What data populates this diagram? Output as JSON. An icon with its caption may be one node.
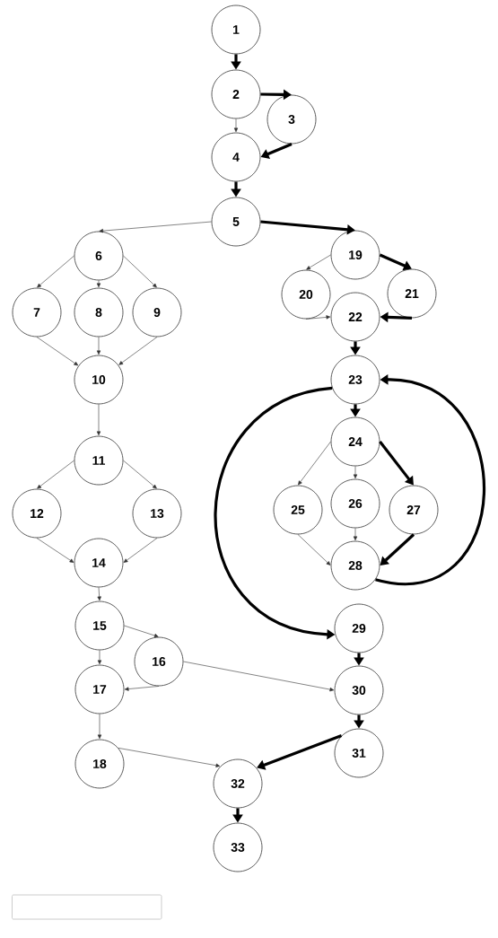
{
  "diagram": {
    "nodes": [
      {
        "text": [
          "1"
        ]
      },
      {
        "text": [
          "2"
        ]
      },
      {
        "text": [
          "3"
        ]
      },
      {
        "text": [
          "4"
        ]
      },
      {
        "text": [
          "5"
        ]
      },
      {
        "text": [
          "6"
        ]
      },
      {
        "text": [
          "7"
        ]
      },
      {
        "text": [
          "8"
        ]
      },
      {
        "text": [
          "9"
        ]
      },
      {
        "text": [
          "10"
        ]
      },
      {
        "text": [
          "11"
        ]
      },
      {
        "text": [
          "12"
        ]
      },
      {
        "text": [
          "13"
        ]
      },
      {
        "text": [
          "14"
        ]
      },
      {
        "text": [
          "15"
        ]
      },
      {
        "text": [
          "16"
        ]
      },
      {
        "text": [
          "17"
        ]
      },
      {
        "text": [
          "18"
        ]
      },
      {
        "text": [
          "19"
        ]
      },
      {
        "text": [
          "20"
        ]
      },
      {
        "text": [
          "21"
        ]
      },
      {
        "text": [
          "22"
        ]
      },
      {
        "text": [
          "23"
        ]
      },
      {
        "text": [
          "24"
        ]
      },
      {
        "text": [
          "25"
        ]
      },
      {
        "text": [
          "26"
        ]
      },
      {
        "text": [
          "27"
        ]
      },
      {
        "text": [
          "28"
        ]
      },
      {
        "text": [
          "29"
        ]
      },
      {
        "text": [
          "30"
        ]
      },
      {
        "text": [
          "31"
        ]
      },
      {
        "text": [
          "32"
        ]
      },
      {
        "text": [
          "33"
        ]
      }
    ],
    "edges": [
      {
        "from": 0,
        "to": 1,
        "arrow": "to",
        "style": "thick"
      },
      {
        "from": 1,
        "to": 2,
        "arrow": "to",
        "style": "thick"
      },
      {
        "from": 1,
        "to": 3,
        "arrow": "to"
      },
      {
        "from": 2,
        "to": 3,
        "arrow": "to",
        "style": "thick"
      },
      {
        "from": 3,
        "to": 4,
        "arrow": "to",
        "style": "thick"
      },
      {
        "from": 4,
        "to": 5,
        "arrow": "to"
      },
      {
        "from": 4,
        "to": 18,
        "arrow": "to",
        "style": "thick"
      },
      {
        "from": 5,
        "to": 6,
        "arrow": "to"
      },
      {
        "from": 5,
        "to": 7,
        "arrow": "to"
      },
      {
        "from": 5,
        "to": 8,
        "arrow": "to"
      },
      {
        "from": 6,
        "to": 9,
        "arrow": "to"
      },
      {
        "from": 7,
        "to": 9,
        "arrow": "to"
      },
      {
        "from": 8,
        "to": 9,
        "arrow": "to"
      },
      {
        "from": 9,
        "to": 10,
        "arrow": "to"
      },
      {
        "from": 10,
        "to": 11,
        "arrow": "to"
      },
      {
        "from": 10,
        "to": 12,
        "arrow": "to"
      },
      {
        "from": 11,
        "to": 13,
        "arrow": "to"
      },
      {
        "from": 12,
        "to": 13,
        "arrow": "to"
      },
      {
        "from": 13,
        "to": 14,
        "arrow": "to"
      },
      {
        "from": 14,
        "to": 15,
        "arrow": "to"
      },
      {
        "from": 14,
        "to": 16,
        "arrow": "to"
      },
      {
        "from": 15,
        "to": 16,
        "arrow": "to"
      },
      {
        "from": 15,
        "to": 29,
        "arrow": "to"
      },
      {
        "from": 16,
        "to": 17,
        "arrow": "to"
      },
      {
        "from": 17,
        "to": 31,
        "arrow": "to"
      },
      {
        "from": 18,
        "to": 19,
        "arrow": "to"
      },
      {
        "from": 18,
        "to": 20,
        "arrow": "to",
        "style": "thick"
      },
      {
        "from": 19,
        "to": 21,
        "arrow": "to"
      },
      {
        "from": 20,
        "to": 21,
        "arrow": "to",
        "style": "thick"
      },
      {
        "from": 21,
        "to": 22,
        "arrow": "to",
        "style": "thick"
      },
      {
        "from": 22,
        "to": 23,
        "arrow": "to",
        "style": "thick"
      },
      {
        "from": 22,
        "to": 28,
        "arrow": "to",
        "style": "thick"
      },
      {
        "from": 23,
        "to": 24,
        "arrow": "to"
      },
      {
        "from": 23,
        "to": 25,
        "arrow": "to"
      },
      {
        "from": 23,
        "to": 26,
        "arrow": "to",
        "style": "thick"
      },
      {
        "from": 24,
        "to": 27,
        "arrow": "to"
      },
      {
        "from": 25,
        "to": 27,
        "arrow": "to"
      },
      {
        "from": 26,
        "to": 27,
        "arrow": "to",
        "style": "thick"
      },
      {
        "from": 27,
        "to": 22,
        "arrow": "to",
        "style": "thick"
      },
      {
        "from": 28,
        "to": 29,
        "arrow": "to",
        "style": "thick"
      },
      {
        "from": 29,
        "to": 30,
        "arrow": "to",
        "style": "thick"
      },
      {
        "from": 30,
        "to": 31,
        "arrow": "to",
        "style": "thick"
      },
      {
        "from": 31,
        "to": 32,
        "arrow": "to",
        "style": "thick"
      }
    ]
  }
}
